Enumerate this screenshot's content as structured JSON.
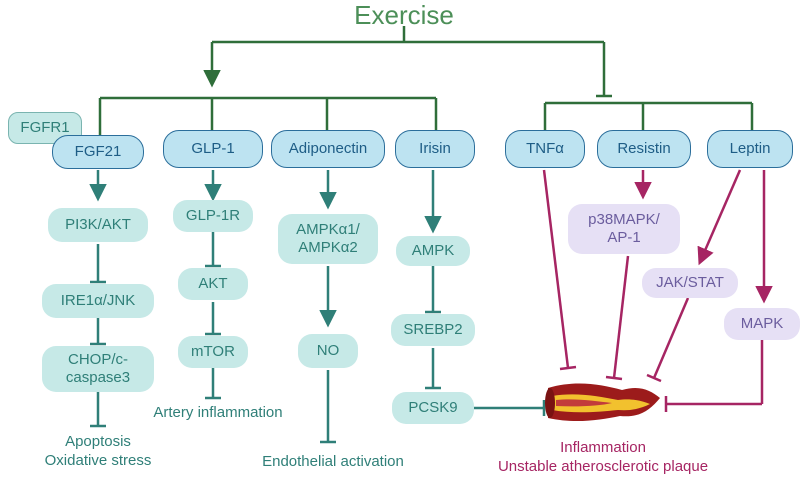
{
  "title": "Exercise",
  "nodes": {
    "fgfr1": "FGFR1",
    "fgf21": "FGF21",
    "glp1": "GLP-1",
    "adiponectin": "Adiponectin",
    "irisin": "Irisin",
    "tnfa": "TNFα",
    "resistin": "Resistin",
    "leptin": "Leptin",
    "pi3k_akt": "PI3K/AKT",
    "ire1a_jnk": "IRE1α/JNK",
    "chop_caspase3": "CHOP/c-\ncaspase3",
    "glp1r": "GLP-1R",
    "akt": "AKT",
    "mtor": "mTOR",
    "ampka1_ampka2": "AMPKα1/\nAMPKα2",
    "no": "NO",
    "ampk": "AMPK",
    "srebp2": "SREBP2",
    "pcsk9": "PCSK9",
    "p38mapk_ap1": "p38MAPK/\nAP-1",
    "jak_stat": "JAK/STAT",
    "mapk": "MAPK"
  },
  "outcomes": {
    "apoptosis": "Apoptosis\nOxidative stress",
    "artery_inflammation": "Artery inflammation",
    "endothelial_activation": "Endothelial activation",
    "inflammation_plaque": "Inflammation\nUnstable atherosclerotic plaque"
  },
  "colors": {
    "title": "#4c8f58",
    "green_line": "#2f6e3a",
    "teal_line": "#2f7f78",
    "magenta_line": "#a62563",
    "hormone_fill": "#bde3f1",
    "hormone_border": "#2b6e9b",
    "teal_fill": "#c6e9e7",
    "violet_fill": "#e6e0f5",
    "artery_red": "#9c1b1b",
    "plaque_yellow": "#f2c12e"
  }
}
